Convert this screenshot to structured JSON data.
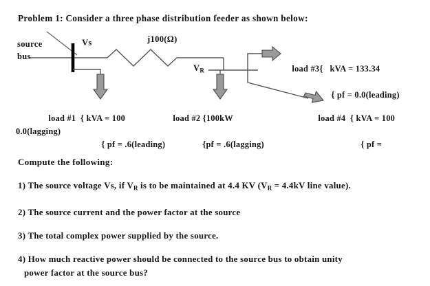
{
  "document": {
    "title_line": "Problem 1: Consider a three phase distribution feeder as shown below:",
    "compute_heading": "Compute the following:"
  },
  "diagram": {
    "source_label": "source",
    "bus_label": "bus",
    "vs_label": "Vs",
    "impedance_label": "j100(Ω)",
    "vr_label": "V",
    "vr_sub": "R",
    "loads": [
      {
        "id": "load-1",
        "name": "load #1",
        "line1": "load #1  { kVA = 100",
        "line2": "{ pf = .6(leading)",
        "kva": "100",
        "pf": ".6(leading)"
      },
      {
        "id": "load-2",
        "name": "load #2",
        "line1": "load #2 {100kW",
        "line2": "{pf = .6(lagging)",
        "kw": "100kW",
        "pf": ".6(lagging)"
      },
      {
        "id": "load-3",
        "name": "load #3",
        "line1": "load #3{   kVA = 133.34",
        "line2": "{ pf = 0.0(leading)",
        "kva": "133.34",
        "pf": "0.0(leading)"
      },
      {
        "id": "load-4",
        "name": "load #4",
        "line1": "load #4  { kVA = 100",
        "line2": "{ pf =",
        "line3_overflow": "0.0(lagging)",
        "kva": "100",
        "pf": "0.0(lagging)"
      }
    ]
  },
  "questions": [
    {
      "number": "1)",
      "part_a": " The source voltage Vs, if V",
      "sub_a": "R",
      "part_b": " is to be maintained at 4.4 KV (V",
      "sub_b": "R",
      "part_c": " = 4.4kV line value)."
    },
    {
      "number": "2)",
      "text": " The source current and the power factor at the source"
    },
    {
      "number": "3)",
      "text": " The total complex power supplied by the source."
    },
    {
      "number": "4)",
      "text": " How much reactive power should be connected to the source bus to obtain unity",
      "continuation": "power factor at the source bus?"
    }
  ],
  "colors": {
    "text": "#151515",
    "wire": "#555555",
    "busbar": "#000000",
    "arrow_fill": "#9a9a9a",
    "arrow_stroke": "#4a4a4a",
    "background": "#ffffff"
  }
}
